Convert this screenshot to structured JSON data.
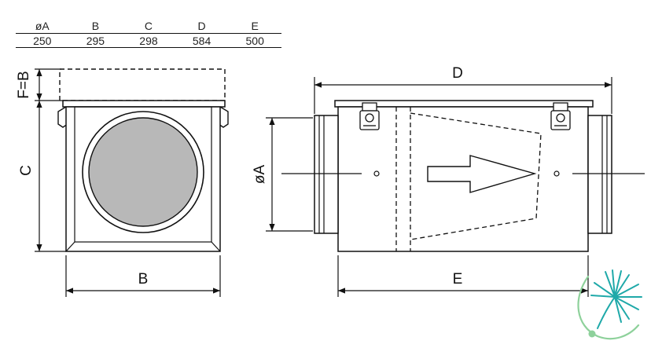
{
  "table": {
    "headers": [
      "øA",
      "B",
      "C",
      "D",
      "E"
    ],
    "values": [
      "250",
      "295",
      "298",
      "584",
      "500"
    ]
  },
  "labels": {
    "f_eq_b": "F=B",
    "c": "C",
    "b": "B",
    "oa": "øA",
    "d": "D",
    "e": "E"
  },
  "colors": {
    "line": "#111111",
    "filter_gray": "#b8b8b8",
    "logo_teal": "#1fa9a9",
    "logo_green": "#8ed19b"
  },
  "logo": {
    "icon": "dandelion-logo-icon"
  }
}
